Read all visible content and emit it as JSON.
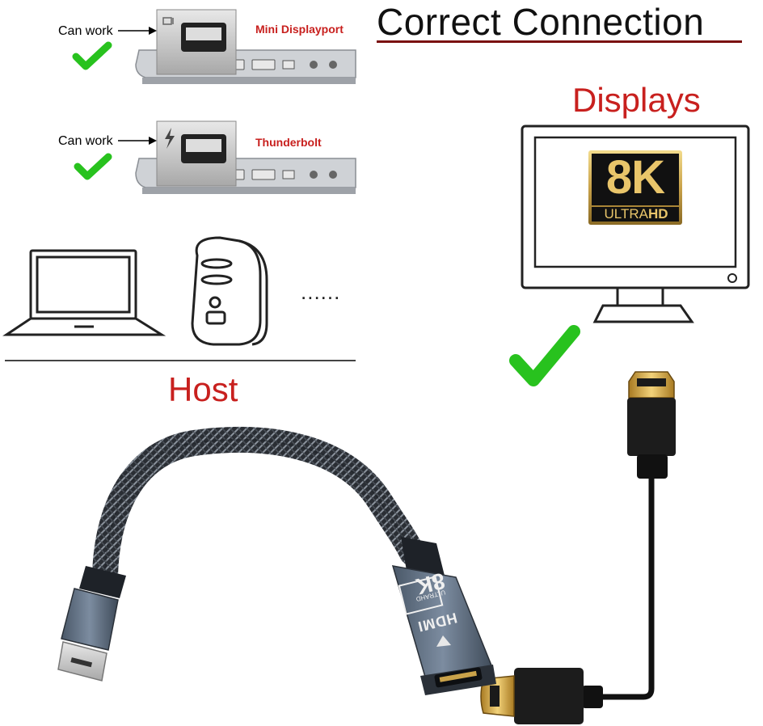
{
  "title": "Correct Connection",
  "displays_label": "Displays",
  "host_label": "Host",
  "ports": [
    {
      "status": "Can work",
      "name": "Mini Displayport",
      "icon": "display-port-icon"
    },
    {
      "status": "Can work",
      "name": "Thunderbolt",
      "icon": "thunderbolt-icon"
    }
  ],
  "more_hosts": "......",
  "monitor_badge": {
    "big": "8K",
    "ultra": "ULTRA",
    "hd": "HD"
  },
  "adapter": {
    "badge": "8K",
    "sub": "ULTRAHD",
    "brand": "HDMI"
  },
  "colors": {
    "accent_red": "#c8201e",
    "check_green": "#28c21e",
    "badge_gold": "#c9a24a"
  }
}
